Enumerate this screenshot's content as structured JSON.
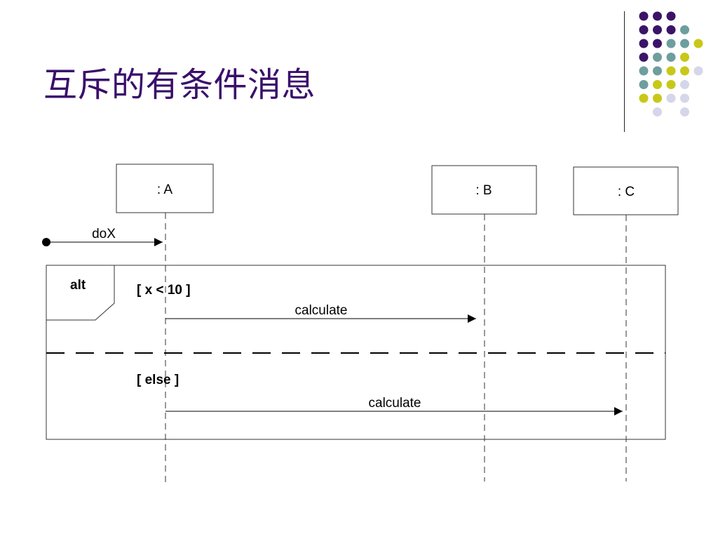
{
  "slide": {
    "title": "互斥的有条件消息"
  },
  "decoration": {
    "colors": {
      "purple": "#3b1468",
      "teal": "#6e9e9e",
      "yellow": "#c8c818",
      "lavender": "#d6d6ea"
    },
    "dot_grid": [
      [
        "purple",
        "purple",
        "purple",
        null,
        null
      ],
      [
        "purple",
        "purple",
        "purple",
        "teal",
        null
      ],
      [
        "purple",
        "purple",
        "teal",
        "teal",
        "yellow"
      ],
      [
        "purple",
        "teal",
        "teal",
        "yellow",
        null
      ],
      [
        "teal",
        "teal",
        "yellow",
        "yellow",
        "lavender"
      ],
      [
        "teal",
        "yellow",
        "yellow",
        "lavender",
        null
      ],
      [
        "yellow",
        "yellow",
        "lavender",
        "lavender",
        null
      ],
      [
        null,
        "lavender",
        null,
        "lavender",
        null
      ]
    ]
  },
  "diagram": {
    "lifelines": [
      {
        "id": "A",
        "label": ": A"
      },
      {
        "id": "B",
        "label": ": B"
      },
      {
        "id": "C",
        "label": ": C"
      }
    ],
    "found_message": {
      "label": "doX",
      "to": "A"
    },
    "fragment": {
      "operator": "alt",
      "operands": [
        {
          "guard": "[ x < 10 ]",
          "message": {
            "label": "calculate",
            "from": "A",
            "to": "B"
          }
        },
        {
          "guard": "[ else ]",
          "message": {
            "label": "calculate",
            "from": "A",
            "to": "C"
          }
        }
      ]
    }
  }
}
